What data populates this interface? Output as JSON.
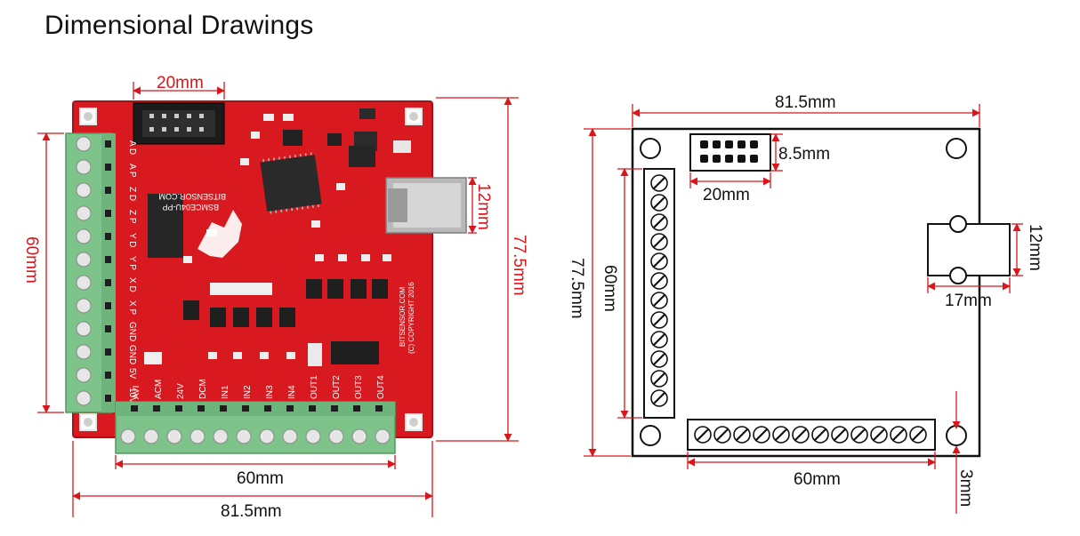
{
  "page": {
    "title": "Dimensional Drawings"
  },
  "colors": {
    "dimension": "#d8161b",
    "pcb": "#d8191f",
    "pcb_dark": "#b0121a",
    "terminal": "#7ec48a",
    "outline": "#111111"
  },
  "photo_view": {
    "dims": {
      "header_width": "20mm",
      "usb_height": "12mm",
      "board_height": "77.5mm",
      "left_terminal": "60mm",
      "bottom_terminal": "60mm",
      "board_width": "81.5mm"
    },
    "left_labels": [
      "A D",
      "A P",
      "Z D",
      "Z P",
      "Y D",
      "Y P",
      "X D",
      "X P",
      "GND",
      "GND",
      "5V",
      "10V"
    ],
    "bottom_labels": [
      "AVI",
      "ACM",
      "24V",
      "DCM",
      "IN1",
      "IN2",
      "IN3",
      "IN4",
      "OUT1",
      "OUT2",
      "OUT3",
      "OUT4"
    ],
    "silk": {
      "model": "BSMCE04U-PP",
      "site": "BITSENSOR.COM",
      "copyright_site": "BITSENSOR.COM",
      "copyright": "(C) COPYRIGHT 2016"
    }
  },
  "outline_view": {
    "dims": {
      "board_width": "81.5mm",
      "header_height": "8.5mm",
      "header_width": "20mm",
      "board_height": "77.5mm",
      "left_terminal": "60mm",
      "usb_height": "12mm",
      "usb_width": "17mm",
      "bottom_terminal": "60mm",
      "edge_offset": "3mm"
    }
  }
}
